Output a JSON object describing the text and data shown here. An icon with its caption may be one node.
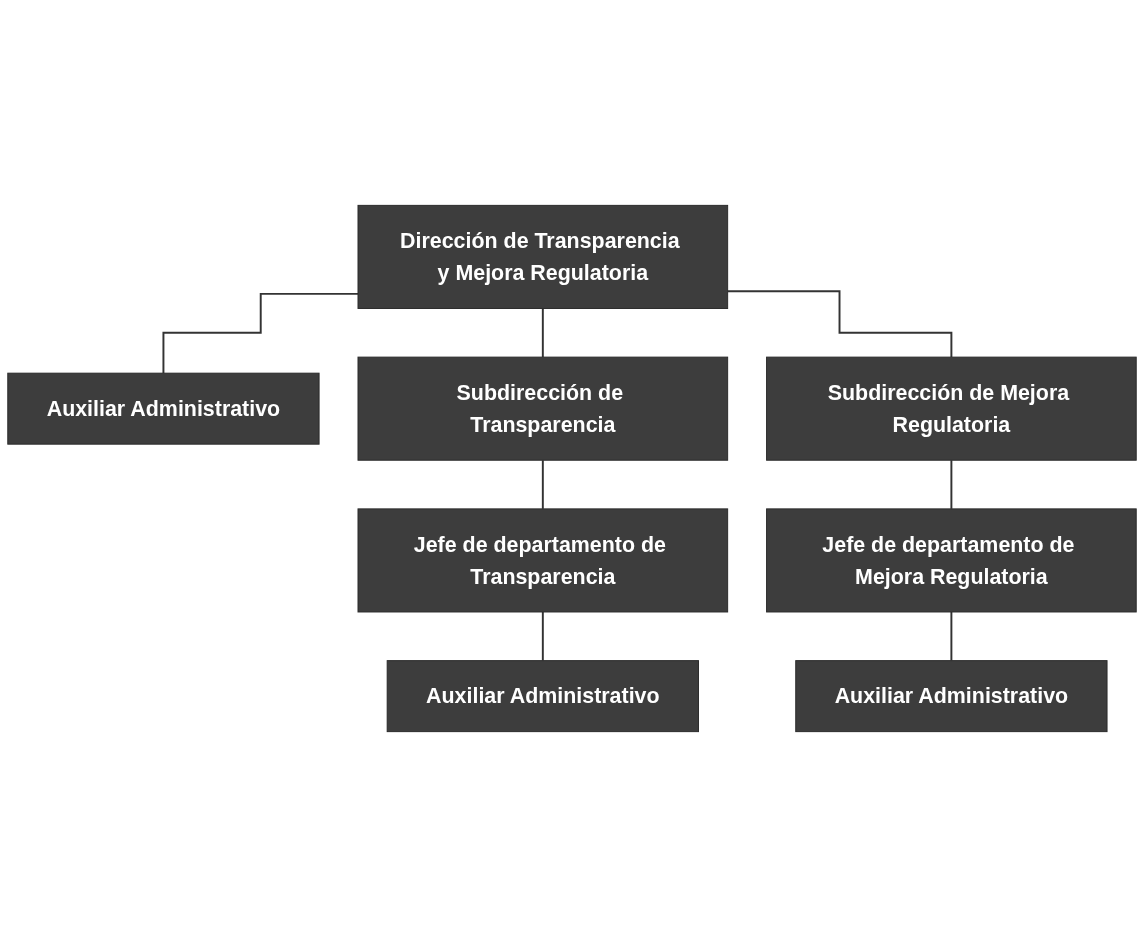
{
  "diagram": {
    "nodes": [
      {
        "text": [
          "Dirección de Transparencia y Mejora Regulatoria"
        ]
      },
      {
        "text": [
          "Auxiliar Administrativo"
        ]
      },
      {
        "text": [
          "Subdirección de Transparencia"
        ]
      },
      {
        "text": [
          "Subdirección de Mejora Regulatoria"
        ]
      },
      {
        "text": [
          "Jefe de departamento de Transparencia"
        ]
      },
      {
        "text": [
          "Jefe de departamento de Mejora Regulatoria"
        ]
      },
      {
        "text": [
          "Auxiliar Administrativo"
        ]
      },
      {
        "text": [
          "Auxiliar Administrativo"
        ]
      }
    ],
    "edges": [
      {
        "from": 0,
        "to": 1,
        "arrow": "none"
      },
      {
        "from": 0,
        "to": 2,
        "arrow": "none"
      },
      {
        "from": 0,
        "to": 3,
        "arrow": "none"
      },
      {
        "from": 2,
        "to": 4,
        "arrow": "none"
      },
      {
        "from": 3,
        "to": 5,
        "arrow": "none"
      },
      {
        "from": 4,
        "to": 6,
        "arrow": "none"
      },
      {
        "from": 5,
        "to": 7,
        "arrow": "none"
      }
    ]
  }
}
